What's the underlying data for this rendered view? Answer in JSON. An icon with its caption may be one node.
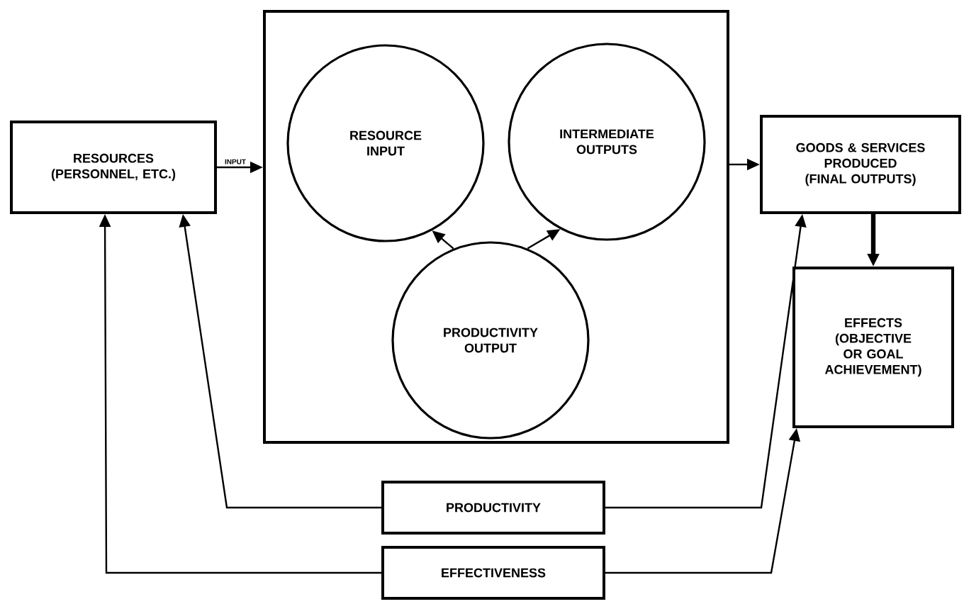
{
  "diagram": {
    "nodes": [
      {
        "text": [
          "RESOURCES (PERSONNEL, ETC.)"
        ]
      },
      {
        "text": [],
        "shape": "box"
      },
      {
        "text": [
          "RESOURCE INPUT"
        ],
        "in": 1
      },
      {
        "text": [
          "INTERMEDIATE OUTPUTS"
        ],
        "in": 1
      },
      {
        "text": [
          "PRODUCTIVITY OUTPUT"
        ],
        "in": 1
      },
      {
        "text": [
          "GOODS & SERVICES PRODUCED (FINAL OUTPUTS)"
        ]
      },
      {
        "text": [
          "EFFECTS (OBJECTIVE OR GOAL ACHIEVEMENT)"
        ]
      },
      {
        "text": [
          "PRODUCTIVITY"
        ]
      },
      {
        "text": [
          "EFFECTIVENESS"
        ]
      }
    ],
    "edges": [
      {
        "from": 0,
        "to": 1,
        "arrow": "to",
        "label": "INPUT"
      },
      {
        "from": 1,
        "to": 5,
        "arrow": "to"
      },
      {
        "from": 4,
        "to": 2,
        "arrow": "to"
      },
      {
        "from": 4,
        "to": 3,
        "arrow": "to"
      },
      {
        "from": 5,
        "to": 6,
        "arrow": "to",
        "style": "thick"
      },
      {
        "from": 7,
        "to": 0,
        "arrow": "to"
      },
      {
        "from": 7,
        "to": 5,
        "arrow": "to"
      },
      {
        "from": 8,
        "to": 0,
        "arrow": "to"
      },
      {
        "from": 8,
        "to": 6,
        "arrow": "to"
      }
    ]
  }
}
